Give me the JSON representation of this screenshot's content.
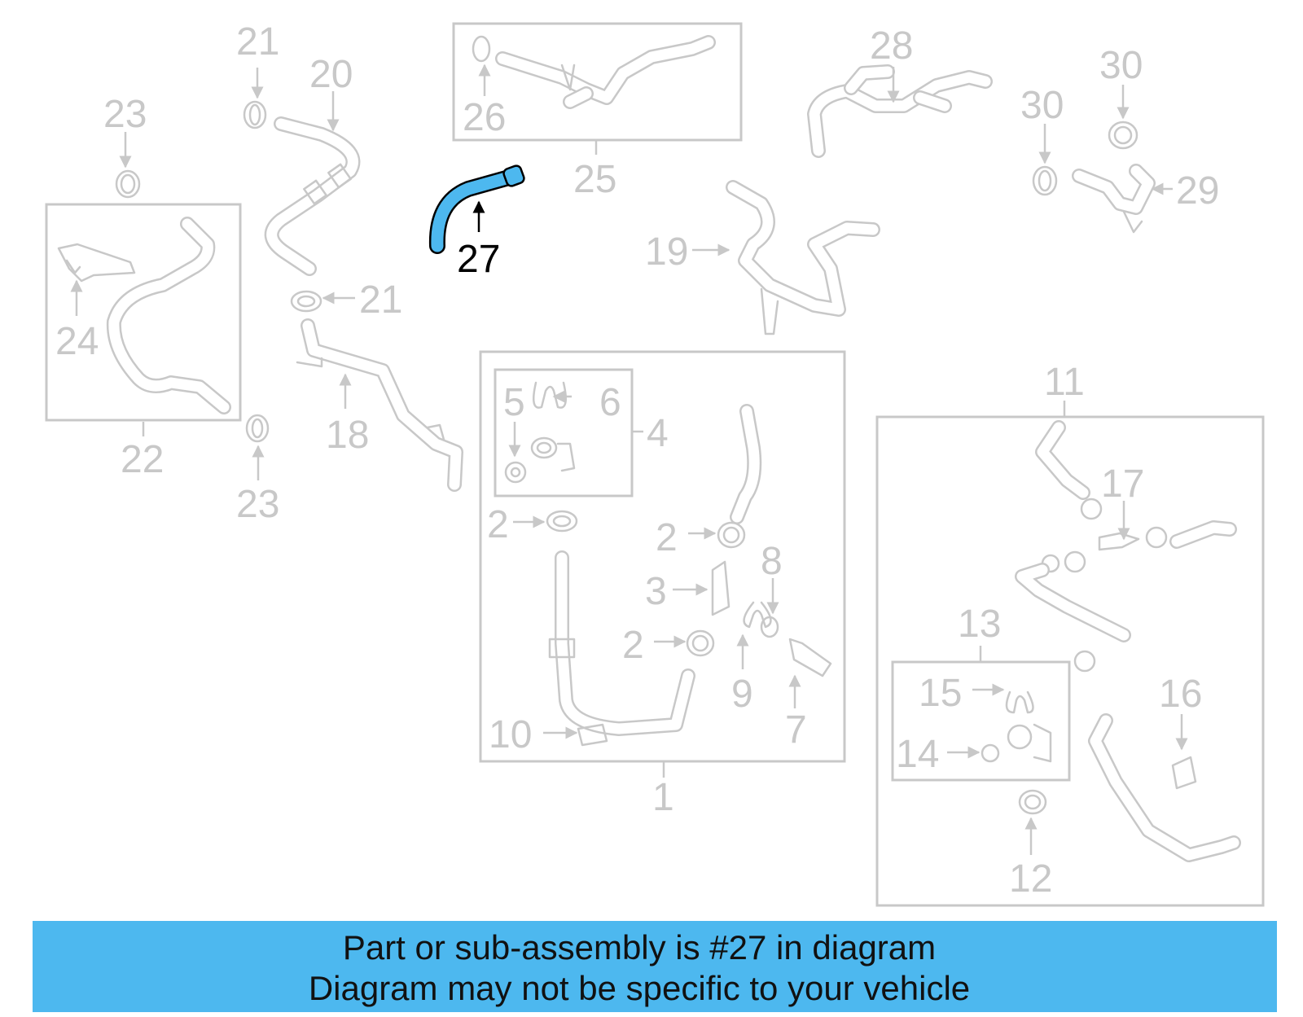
{
  "diagram": {
    "labels": {
      "c1": "1",
      "c2a": "2",
      "c2b": "2",
      "c2c": "2",
      "c3": "3",
      "c4": "4",
      "c5": "5",
      "c6": "6",
      "c7": "7",
      "c8": "8",
      "c9": "9",
      "c10": "10",
      "c11": "11",
      "c12": "12",
      "c13": "13",
      "c14": "14",
      "c15": "15",
      "c16": "16",
      "c17": "17",
      "c18": "18",
      "c19": "19",
      "c20": "20",
      "c21a": "21",
      "c21b": "21",
      "c22": "22",
      "c23a": "23",
      "c23b": "23",
      "c24": "24",
      "c25": "25",
      "c26": "26",
      "c27": "27",
      "c28": "28",
      "c29": "29",
      "c30a": "30",
      "c30b": "30"
    },
    "highlighted_part": "27",
    "highlight_color": "#4db8ef",
    "line_color": "#c8c8c8"
  },
  "banner": {
    "line1": "Part or sub-assembly is #27 in diagram",
    "line2": "Diagram may not be specific to your vehicle",
    "background": "#4db8ef"
  }
}
